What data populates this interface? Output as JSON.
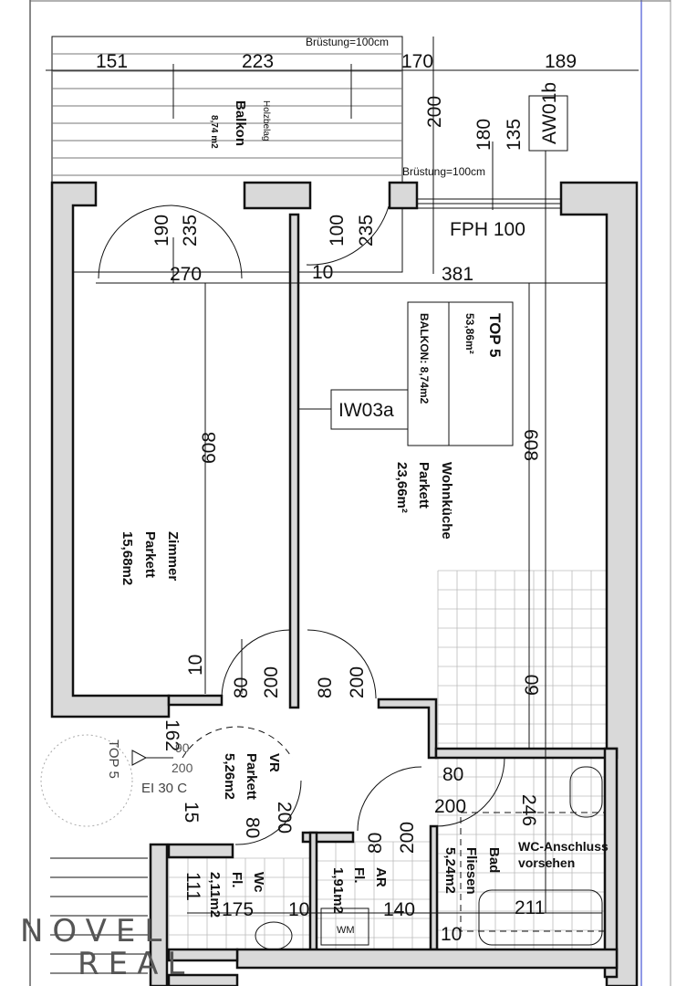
{
  "balcony": {
    "railing_top": "Brüstung=100cm",
    "railing_bottom": "Brüstung=100cm",
    "name": "Balkon",
    "floor": "Holzbelag",
    "area": "8,74 m2"
  },
  "dimensions_top": [
    "151",
    "223",
    "170",
    "189"
  ],
  "dimensions_window": [
    "200",
    "180",
    "135"
  ],
  "wall_tag_outer": "AW01b",
  "wall_tag_inner": "IW03a",
  "window_label": "FPH 100",
  "door_dims_balcony": [
    "190",
    "235",
    "100",
    "235"
  ],
  "room_widths": [
    "270",
    "10",
    "381"
  ],
  "room_lengths": [
    "608",
    "608"
  ],
  "unit": {
    "name": "TOP 5",
    "area": "53,86m²",
    "balcony": "BALKON: 8,74m2"
  },
  "rooms": {
    "wohnkueche": {
      "name": "Wohnküche",
      "floor": "Parkett",
      "area": "23,66m²"
    },
    "zimmer": {
      "name": "Zimmer",
      "floor": "Parkett",
      "area": "15,68m2"
    },
    "vr": {
      "name": "VR",
      "floor": "Parkett",
      "area": "5,26m2"
    },
    "wc": {
      "name": "Wc",
      "floor": "Fl.",
      "area": "2,11m2"
    },
    "ar": {
      "name": "AR",
      "floor": "Fl.",
      "area": "1,91m2"
    },
    "bad": {
      "name": "Bad",
      "floor": "Fliesen",
      "area": "5,24m2"
    }
  },
  "door_dims_mid": [
    "10",
    "80",
    "200",
    "80",
    "200",
    "60"
  ],
  "entry": {
    "unit": "TOP 5",
    "rating": "EI 30 C",
    "dim1": "162",
    "dim2": "90",
    "dim3": "200"
  },
  "door_dims_lower": [
    "15",
    "80",
    "200",
    "80",
    "200",
    "80",
    "200",
    "246"
  ],
  "wc_note": [
    "WC-Anschluss",
    "vorsehen"
  ],
  "bottom_dims": [
    "111",
    "175",
    "10",
    "140",
    "10",
    "211"
  ],
  "appliance": "WM",
  "logo": {
    "line1": "NOVEL",
    "line2": "REAL"
  },
  "colors": {
    "wall": "#d9d9d9",
    "line": "#111111",
    "logo_gold": "#c9a227",
    "frame_blue": "#2233cc"
  }
}
